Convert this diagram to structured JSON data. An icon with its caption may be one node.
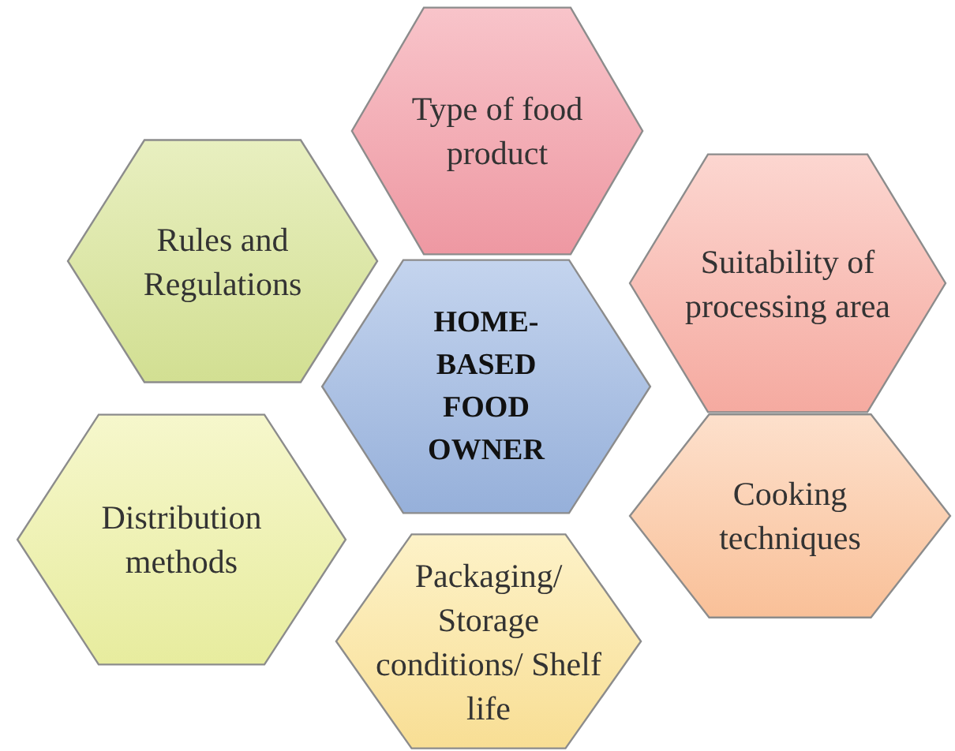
{
  "diagram": {
    "nodes": [
      {
        "text": [
          "Type of food product"
        ]
      },
      {
        "text": [
          "Rules and Regulations"
        ]
      },
      {
        "text": [
          "Suitability of processing area"
        ]
      },
      {
        "text": [
          "HOME-BASED FOOD OWNER"
        ]
      },
      {
        "text": [
          "Distribution methods"
        ]
      },
      {
        "text": [
          "Cooking techniques"
        ]
      },
      {
        "text": [
          "Packaging/ Storage conditions/ Shelf life"
        ]
      }
    ]
  }
}
